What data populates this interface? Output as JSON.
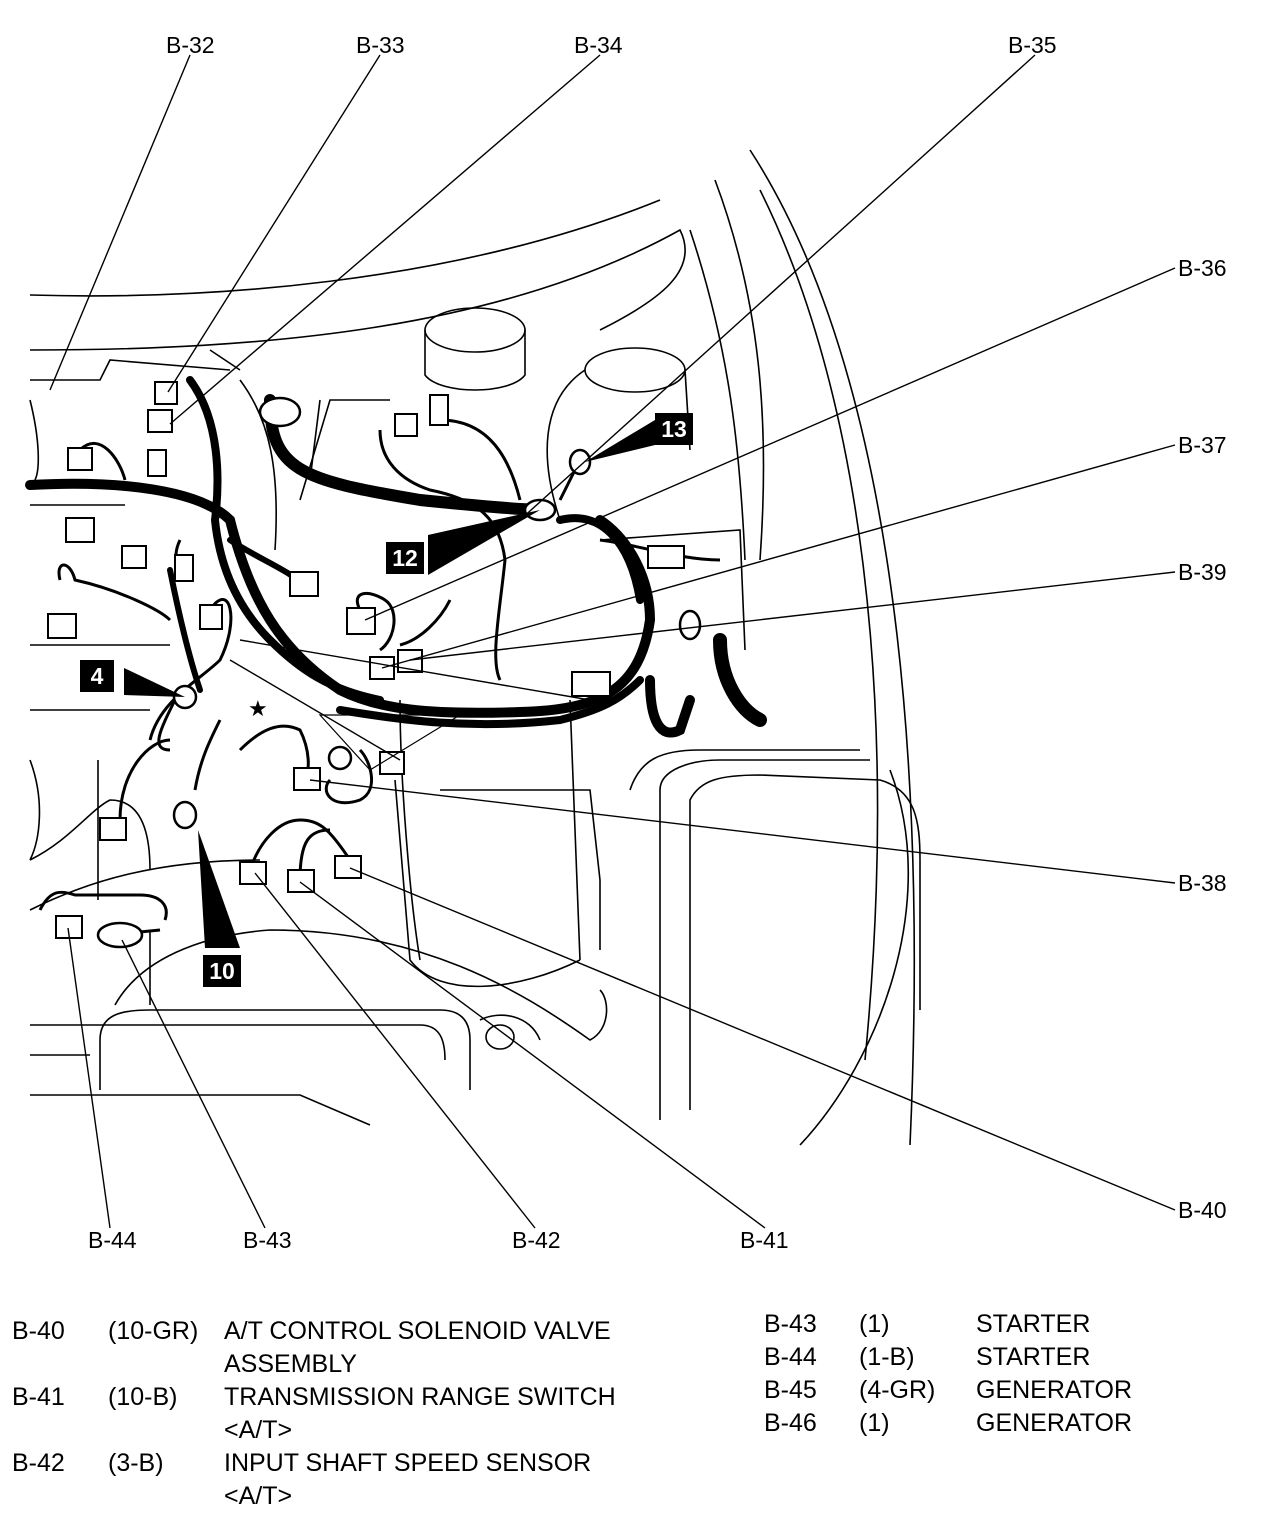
{
  "callouts": {
    "b32": "B-32",
    "b33": "B-33",
    "b34": "B-34",
    "b35": "B-35",
    "b36": "B-36",
    "b37": "B-37",
    "b38": "B-38",
    "b39": "B-39",
    "b40": "B-40",
    "b41": "B-41",
    "b42": "B-42",
    "b43": "B-43",
    "b44": "B-44"
  },
  "badges": {
    "g4": "4",
    "g10": "10",
    "g12": "12",
    "g13": "13"
  },
  "legend_left": [
    {
      "id": "B-40",
      "code": "(10-GR)",
      "line1": "A/T CONTROL SOLENOID VALVE",
      "line2": "ASSEMBLY"
    },
    {
      "id": "B-41",
      "code": "(10-B)",
      "line1": "TRANSMISSION RANGE SWITCH",
      "line2": "<A/T>"
    },
    {
      "id": "B-42",
      "code": "(3-B)",
      "line1": "INPUT SHAFT SPEED SENSOR",
      "line2": "<A/T>"
    }
  ],
  "legend_right": [
    {
      "id": "B-43",
      "code": "(1)",
      "name": "STARTER"
    },
    {
      "id": "B-44",
      "code": "(1-B)",
      "name": "STARTER"
    },
    {
      "id": "B-45",
      "code": "(4-GR)",
      "name": "GENERATOR"
    },
    {
      "id": "B-46",
      "code": "(1)",
      "name": "GENERATOR"
    }
  ]
}
